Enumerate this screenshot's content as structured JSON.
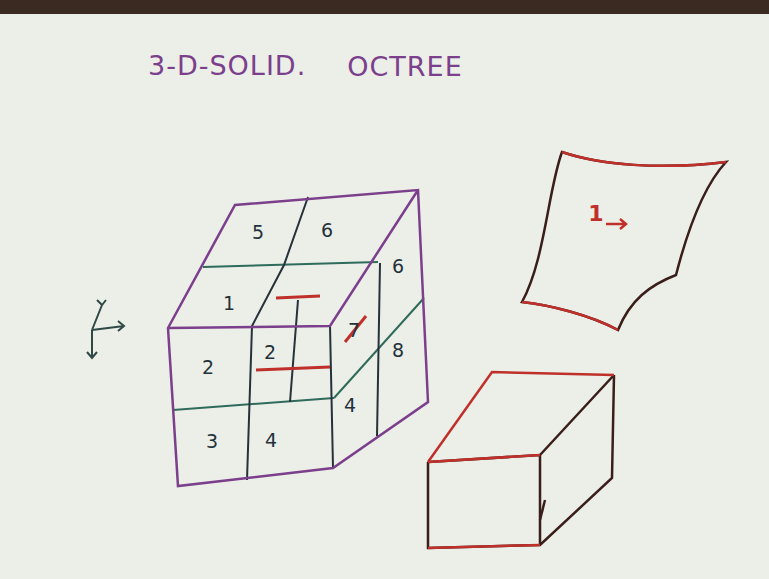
{
  "diagram": {
    "title": "3-D-SOLID.",
    "labels": [
      "OCTREE",
      "5",
      "6",
      "1",
      "6",
      "2",
      "2",
      "7",
      "8",
      "3",
      "4",
      "4",
      "1"
    ]
  }
}
